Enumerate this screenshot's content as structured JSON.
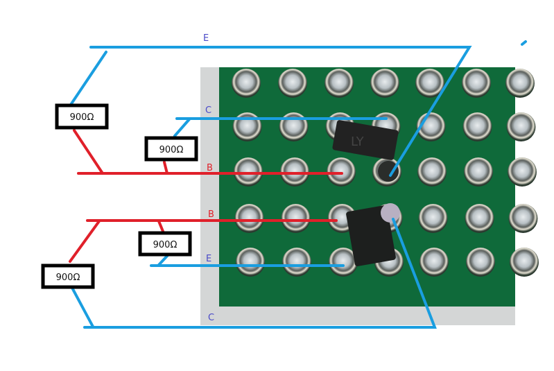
{
  "colors": {
    "emitter_collector_wire": "#1a9ee0",
    "base_wire": "#e0202a",
    "label_blue": "#4a4ac8",
    "label_red": "#e0202a",
    "pcb_green": "#0f6a3a",
    "pcb_edge": "#d4d6d6"
  },
  "labels": {
    "top_e": "E",
    "top_c": "C",
    "top_b": "B",
    "bottom_b": "B",
    "bottom_e": "E",
    "bottom_c": "C"
  },
  "resistors": [
    {
      "value": "900Ω"
    },
    {
      "value": "900Ω"
    },
    {
      "value": "900Ω"
    },
    {
      "value": "900Ω"
    }
  ],
  "component_marking": "LY"
}
